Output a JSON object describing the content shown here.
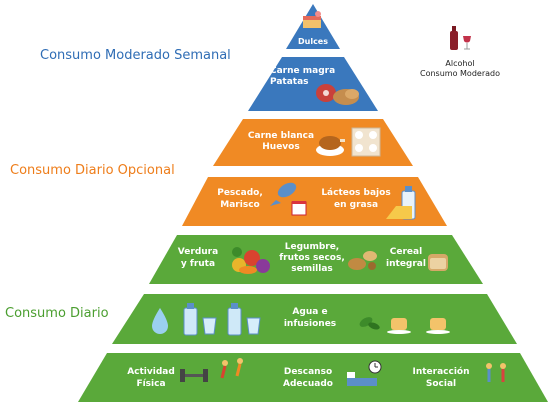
{
  "sections": {
    "weekly": "Consumo Moderado Semanal",
    "optional": "Consumo Diario Opcional",
    "daily": "Consumo Diario"
  },
  "tier1": {
    "label": "Dulces"
  },
  "tier2": {
    "label": "Carne magra\nPatatas"
  },
  "tier3": {
    "label": "Carne blanca\nHuevos"
  },
  "tier4": {
    "fish": "Pescado,\nMarisco",
    "dairy": "Lácteos bajos\nen grasa"
  },
  "tier5": {
    "veg": "Verdura\ny fruta",
    "legumes": "Legumbre,\nfrutos secos,\nsemillas",
    "cereal": "Cereal\nintegral"
  },
  "tier6": {
    "water": "Agua e\ninfusiones"
  },
  "tier7": {
    "activity": "Actividad\nFísica",
    "rest": "Descanso\nAdecuado",
    "social": "Interacción\nSocial"
  },
  "alcohol": {
    "label": "Alcohol\nConsumo Moderado"
  },
  "colors": {
    "blue": "#3a78bd",
    "orange": "#f08a24",
    "green": "#5aa93a",
    "heading_blue": "#2f6db5",
    "heading_orange": "#ee7d1a",
    "heading_green": "#4a9e2f"
  }
}
